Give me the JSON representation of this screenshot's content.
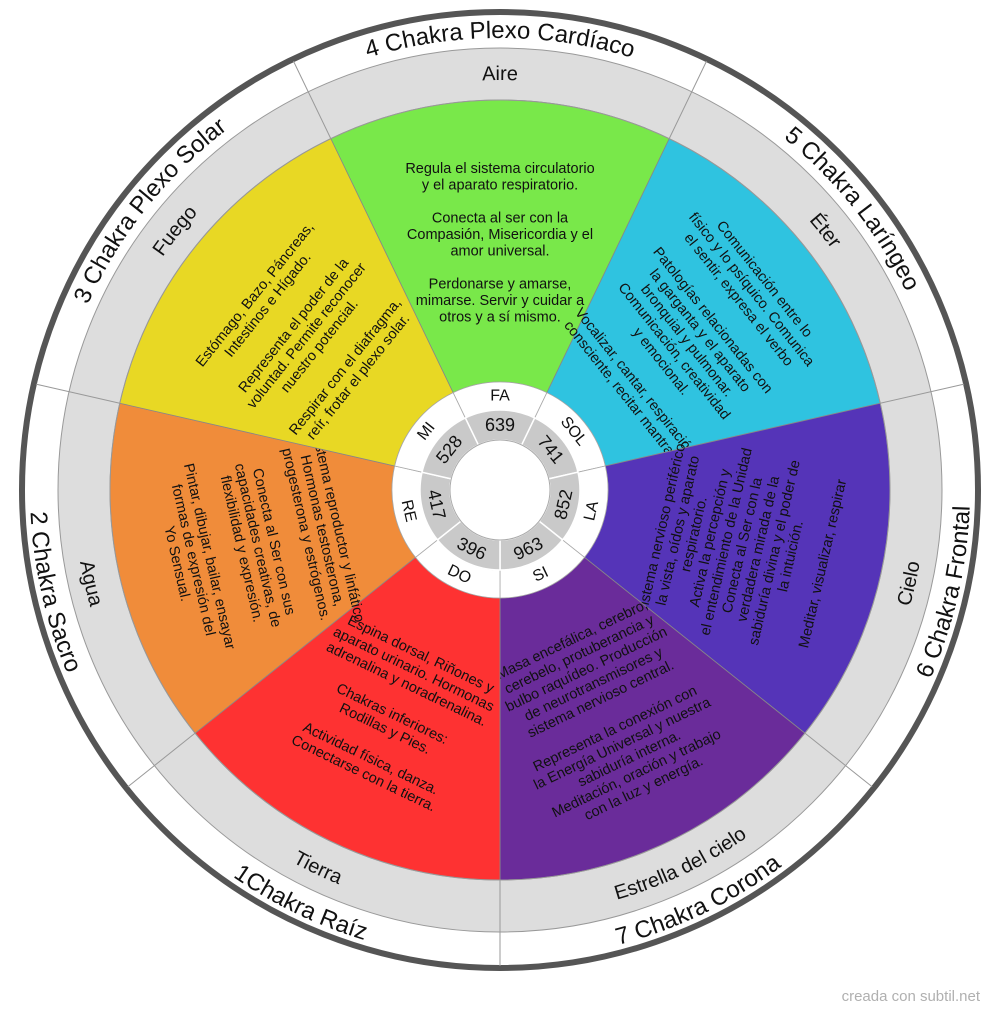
{
  "colors": {
    "ring_outer": "#ffffff",
    "ring_border": "#555555",
    "band": "#dddddd",
    "notes_ring": "#ffffff",
    "freq_ring": "#c9c9c9",
    "center": "#ffffff"
  },
  "sectors": [
    {
      "id": "cardiaco",
      "chakra": "4 Chakra Plexo Cardíaco",
      "element": "Aire",
      "color": "#79e84a",
      "note": "FA",
      "freq": "639",
      "desc": [
        "Regula el sistema circulatorio",
        "y el aparato respiratorio.",
        "",
        "Conecta al ser con la",
        "Compasión, Misericordia y el",
        "amor universal.",
        "",
        "Perdonarse y amarse,",
        "mimarse. Servir y cuidar a",
        "otros y a sí mismo."
      ]
    },
    {
      "id": "laringeo",
      "chakra": "5 Chakra Laríngeo",
      "element": "Éter",
      "color": "#2fc3e0",
      "note": "SOL",
      "freq": "741",
      "desc": [
        "Comunicación entre lo",
        "físico y lo psíquico. Comunica",
        "el sentir, expresa el verbo",
        "",
        "Patologías relacionadas con",
        "la garganta y el aparato",
        "bronquial y pulmonar.",
        "Comunicación, creatividad",
        "y emocional.",
        "",
        "Vocalizar, cantar, respiración",
        "consciente, recitar mantras."
      ]
    },
    {
      "id": "frontal",
      "chakra": "6 Chakra Frontal",
      "element": "Cielo",
      "color": "#5534b8",
      "note": "LA",
      "freq": "852",
      "desc": [
        "Sistema nervioso periférico,",
        "la vista, oídos y aparato",
        "respiratorio.",
        "Activa la percepción y",
        "el entendimiento de la Unidad",
        "Conecta al Ser con la",
        "verdadera mirada de la",
        "sabiduría divina y el poder de",
        "la intuición.",
        "",
        "Meditar, visualizar, respirar"
      ]
    },
    {
      "id": "corona",
      "chakra": "7 Chakra Corona",
      "element": "Estrella del cielo",
      "color": "#6a2c9a",
      "note": "SI",
      "freq": "963",
      "desc": [
        "Masa encefálica, cerebro,",
        "cerebelo, protuberancia y",
        "bulbo raquídeo. Producción",
        "de neurotransmisores y",
        "sistema nervioso central.",
        "",
        "Representa la conexión con",
        "la Energía Universal y nuestra",
        "sabiduría interna.",
        "Meditación, oración y trabajo",
        "con la luz y energía."
      ]
    },
    {
      "id": "raiz",
      "chakra": "1Chakra Raíz",
      "element": "Tierra",
      "color": "#fe3232",
      "note": "DO",
      "freq": "396",
      "desc": [
        "Espina dorsal, Riñones y",
        "aparato urinario. Hormonas",
        "adrenalina y noradrenalina.",
        "",
        "Chakras inferiores:",
        "Rodillas y Pies.",
        "",
        "Actividad física, danza.",
        "Conectarse con la tierra."
      ]
    },
    {
      "id": "sacro",
      "chakra": "2 Chakra Sacro",
      "element": "Agua",
      "color": "#f08c3a",
      "note": "RE",
      "freq": "417",
      "desc": [
        "Sistema reproductor y linfático",
        "Hormonas testosterona,",
        "progesterona y estrógenos.",
        "",
        "Conecta al Ser con sus",
        "capacidades creativas, de",
        "flexibilidad y expresión.",
        "",
        "Pintar, dibujar, bailar, ensayar",
        "formas de expresión del",
        "Yo Sensual."
      ]
    },
    {
      "id": "solar",
      "chakra": "3 Chakra Plexo Solar",
      "element": "Fuego",
      "color": "#e8d824",
      "note": "MI",
      "freq": "528",
      "desc": [
        "Estómago, Bazo, Páncreas,",
        "Intestinos e Hígado.",
        "",
        "Representa el poder de la",
        "voluntad.  Permite reconocer",
        "nuestro potencial.",
        "",
        "Respirar con el diafragma,",
        "reír, frotar el plexo solar."
      ]
    }
  ],
  "credit": "creada con subtil.net"
}
